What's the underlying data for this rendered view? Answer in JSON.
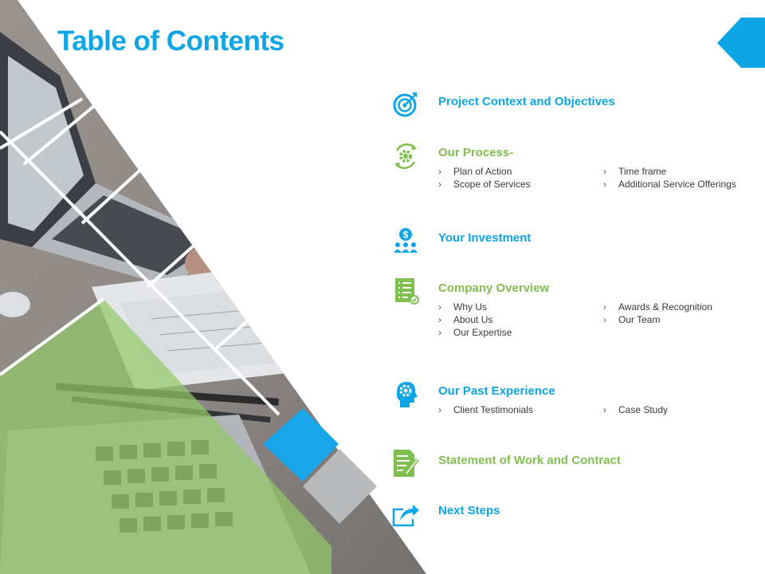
{
  "title": "Table of Contents",
  "colors": {
    "accent_blue": "#0ea5e6",
    "accent_green": "#7fbf4f",
    "text_dark": "#3a3a3a"
  },
  "bullet": "›",
  "items": [
    {
      "title": "Project Context and Objectives",
      "icon": "target-icon",
      "color": "blue",
      "col1": [],
      "col2": []
    },
    {
      "title": "Our Process-",
      "icon": "gear-cycle-icon",
      "color": "green",
      "col1": [
        "Plan of Action",
        "Scope of Services"
      ],
      "col2": [
        "Time frame",
        "Additional Service Offerings"
      ]
    },
    {
      "title": "Your Investment",
      "icon": "investment-people-icon",
      "color": "blue",
      "col1": [],
      "col2": []
    },
    {
      "title": "Company Overview",
      "icon": "checklist-icon",
      "color": "green",
      "col1": [
        "Why Us",
        "About Us",
        "Our Expertise"
      ],
      "col2": [
        "Awards & Recognition",
        "Our Team"
      ]
    },
    {
      "title": "Our Past Experience",
      "icon": "head-gear-icon",
      "color": "blue",
      "col1": [
        "Client Testimonials"
      ],
      "col2": [
        "Case Study"
      ]
    },
    {
      "title": "Statement of Work and Contract",
      "icon": "document-pen-icon",
      "color": "green",
      "col1": [],
      "col2": []
    },
    {
      "title": "Next Steps",
      "icon": "share-arrow-icon",
      "color": "blue",
      "col1": [],
      "col2": []
    }
  ]
}
